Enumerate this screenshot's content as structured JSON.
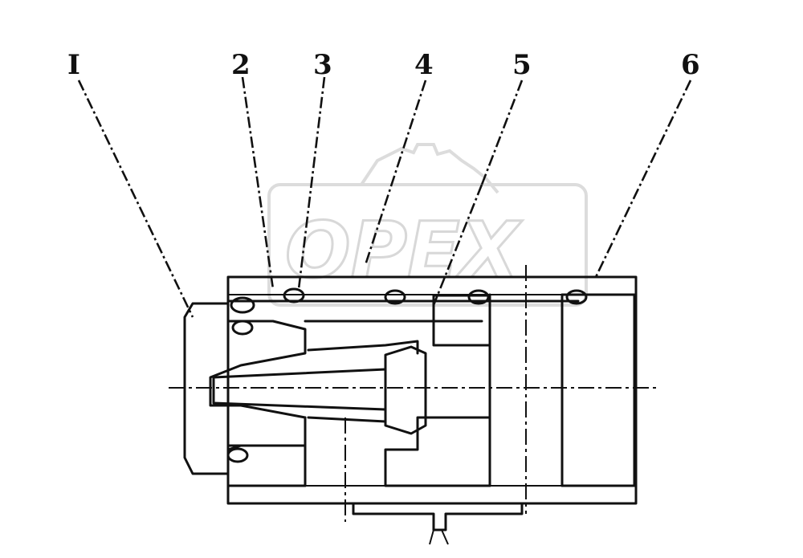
{
  "watermark": {
    "text": "OPEX"
  },
  "callouts": [
    {
      "id": "1",
      "label": "I"
    },
    {
      "id": "2",
      "label": "2"
    },
    {
      "id": "3",
      "label": "3"
    },
    {
      "id": "4",
      "label": "4"
    },
    {
      "id": "5",
      "label": "5"
    },
    {
      "id": "6",
      "label": "6"
    }
  ]
}
